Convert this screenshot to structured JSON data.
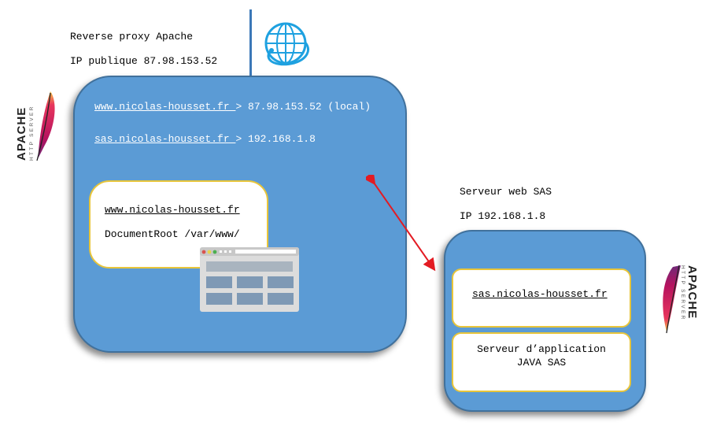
{
  "proxy": {
    "title": "Reverse proxy Apache",
    "ip_label": "IP publique 87.98.153.52",
    "routes": [
      {
        "host": "www.nicolas-housset.fr ",
        "arrow": ">",
        "target": " 87.98.153.52 (local)"
      },
      {
        "host": "sas.nicolas-housset.fr ",
        "arrow": ">",
        "target": " 192.168.1.8"
      }
    ],
    "vhost": {
      "host": "www.nicolas-housset.fr",
      "docroot": "DocumentRoot /var/www/"
    },
    "logo": {
      "name": "APACHE",
      "sub": "HTTP SERVER"
    }
  },
  "sas_server": {
    "title": "Serveur web SAS",
    "ip_label": "IP 192.168.1.8",
    "vhost": {
      "host": "sas.nicolas-housset.fr"
    },
    "app": {
      "line1": "Serveur d’application",
      "line2": "JAVA SAS"
    },
    "logo": {
      "name": "APACHE",
      "sub": "HTTP SERVER"
    }
  },
  "icons": {
    "internet": "globe-icon",
    "website": "browser-window-icon",
    "apache": "apache-feather-icon",
    "link": "double-arrow"
  },
  "colors": {
    "box_fill": "#5b9bd5",
    "box_border": "#41719c",
    "inner_border": "#e8c53a",
    "arrow": "#e31b23",
    "globe": "#1ea1e0",
    "divider": "#3b78b8"
  }
}
